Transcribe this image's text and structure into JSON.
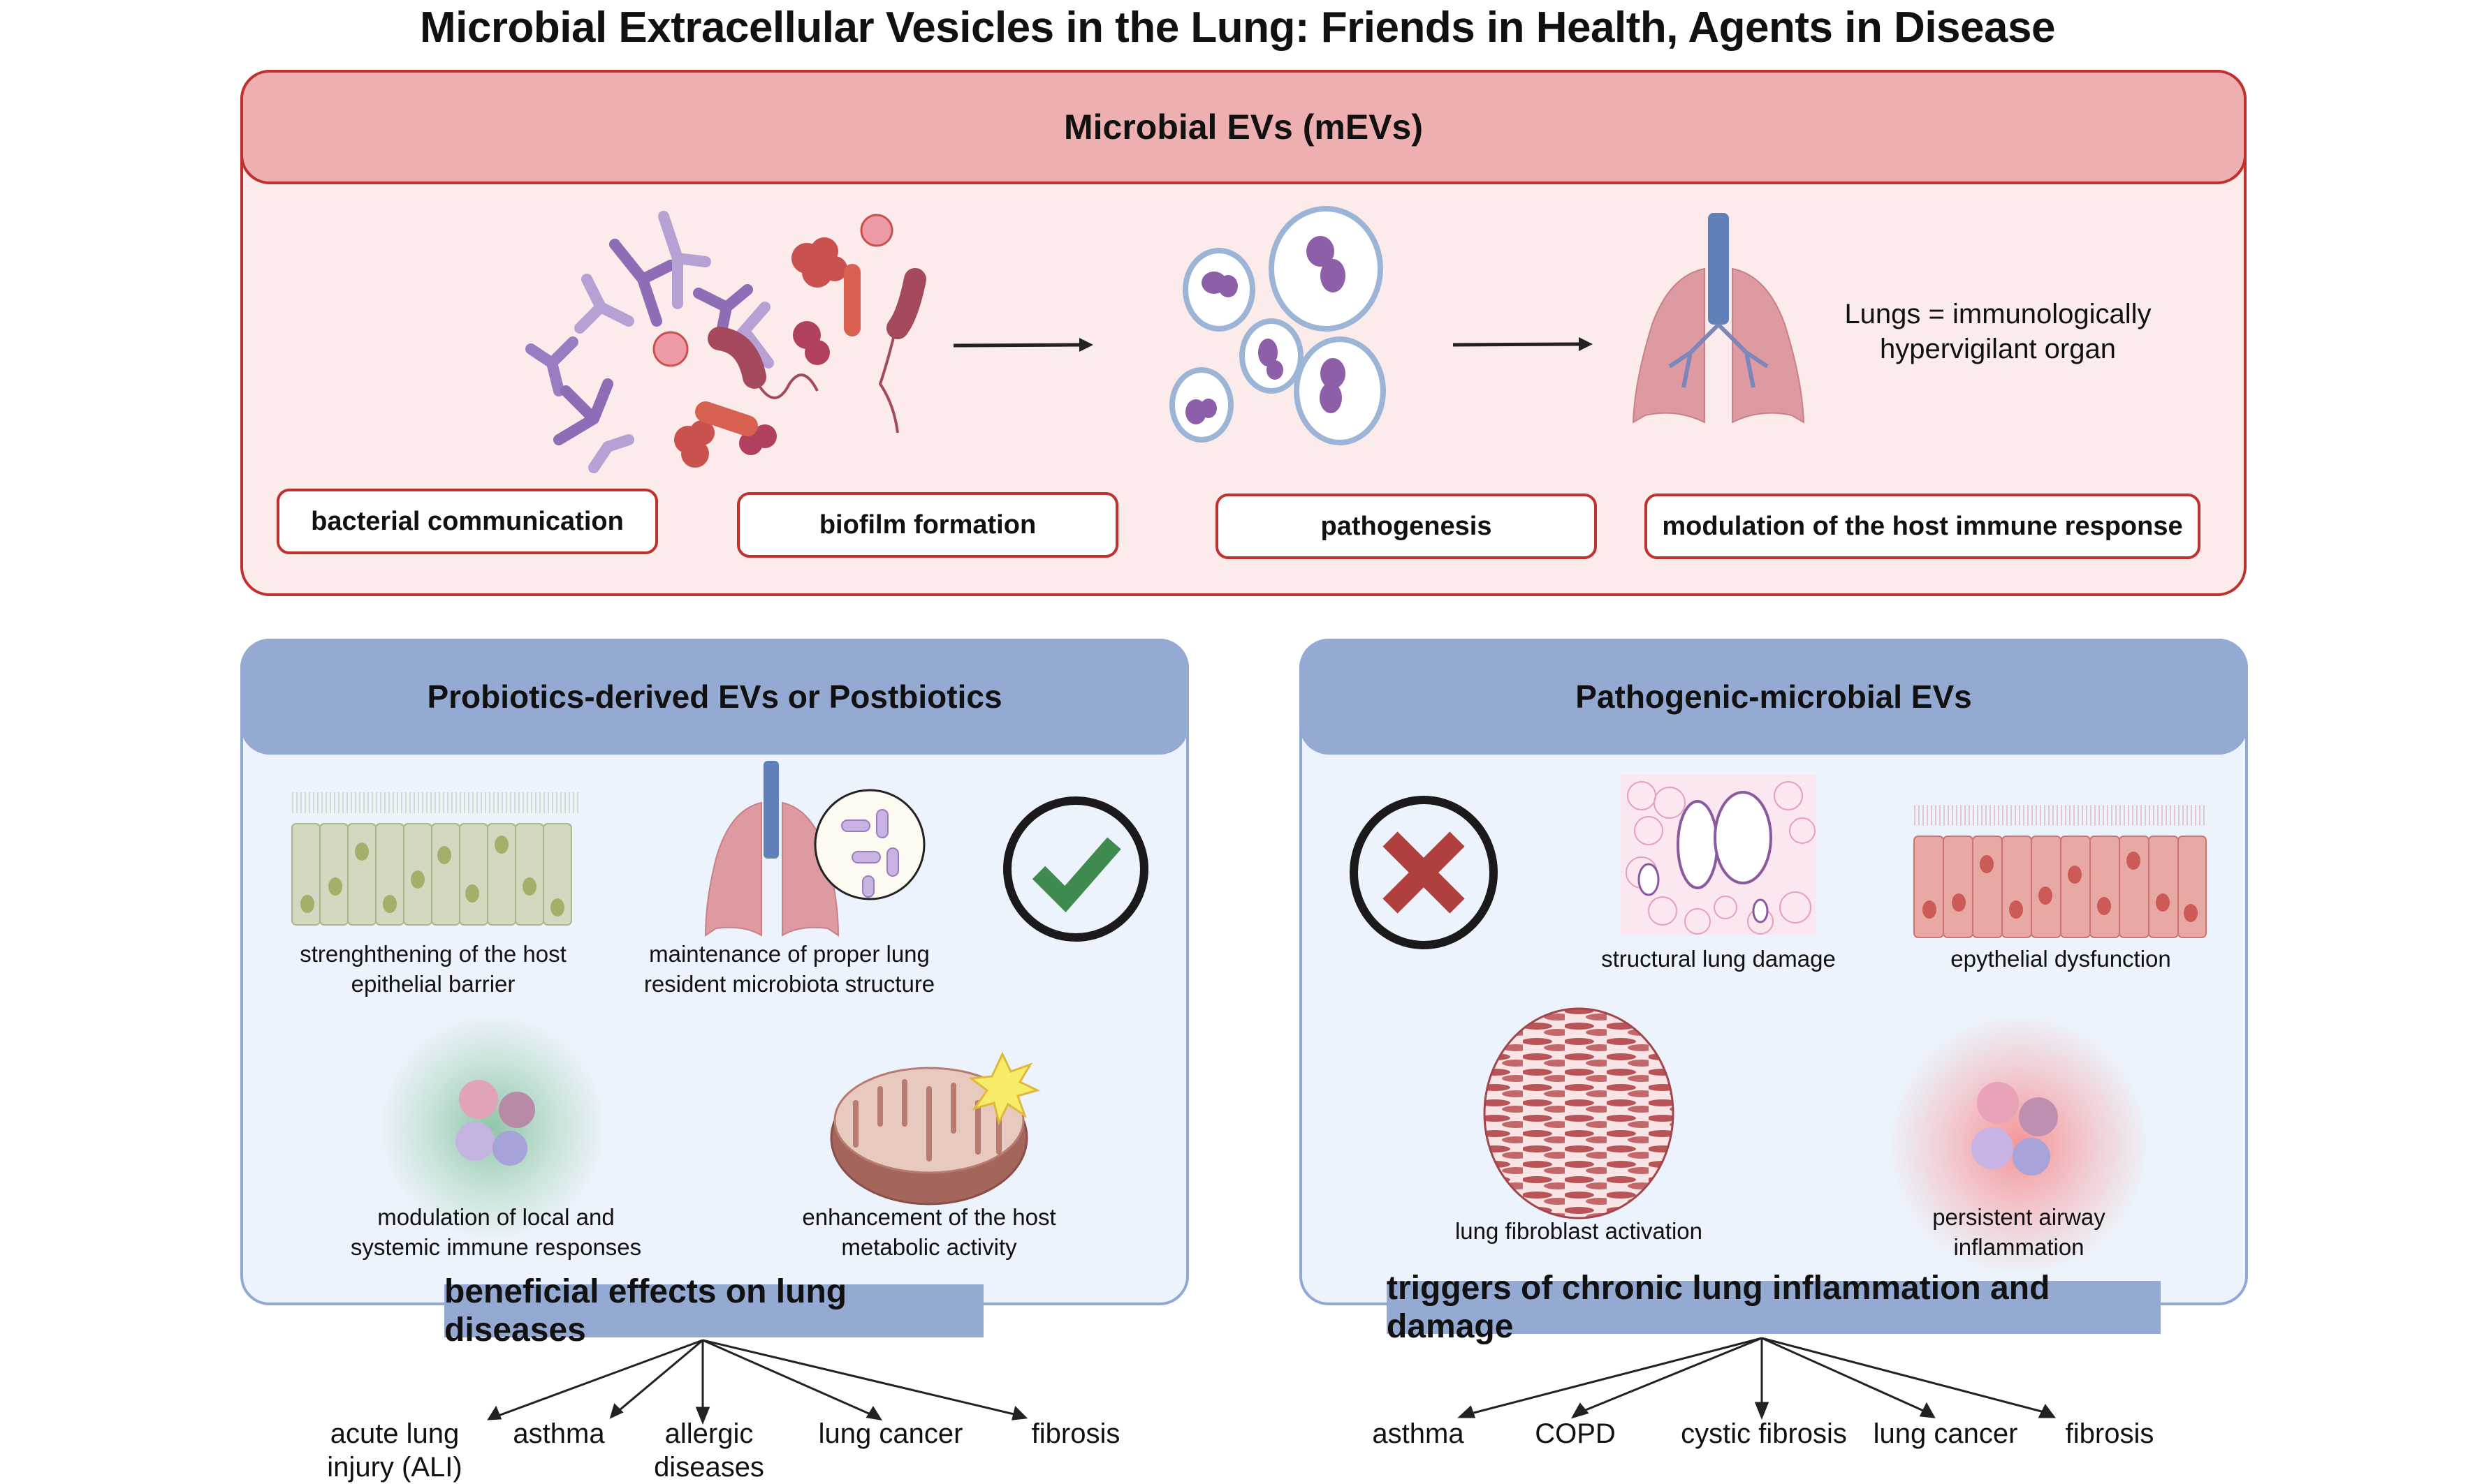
{
  "title": "Microbial Extracellular Vesicles in the Lung: Friends in Health, Agents in Disease",
  "top_panel": {
    "header": "Microbial EVs (mEVs)",
    "lungs_note_line1": "Lungs = immunologically",
    "lungs_note_line2": "hypervigilant organ",
    "functions": [
      "bacterial communication",
      "biofilm formation",
      "pathogenesis",
      "modulation of the host immune response"
    ],
    "colors": {
      "border": "#c0302c",
      "header_fill": "#edafaf",
      "body_fill": "#fcebeb"
    }
  },
  "left_panel": {
    "header": "Probiotics-derived EVs or Postbiotics",
    "status_icon": "check-icon",
    "effects": [
      {
        "line1": "strenghthening of the host",
        "line2": "epithelial barrier"
      },
      {
        "line1": "maintenance of proper lung",
        "line2": "resident microbiota structure"
      },
      {
        "line1": "modulation of local and",
        "line2": "systemic immune responses"
      },
      {
        "line1": "enhancement of the host",
        "line2": "metabolic activity"
      }
    ],
    "banner": "beneficial effects on lung diseases",
    "diseases": [
      {
        "line1": "acute lung",
        "line2": "injury (ALI)"
      },
      {
        "line1": "asthma",
        "line2": ""
      },
      {
        "line1": "allergic",
        "line2": "diseases"
      },
      {
        "line1": "lung cancer",
        "line2": ""
      },
      {
        "line1": "fibrosis",
        "line2": ""
      }
    ]
  },
  "right_panel": {
    "header": "Pathogenic-microbial EVs",
    "status_icon": "cross-icon",
    "effects": [
      {
        "line1": "structural lung damage",
        "line2": ""
      },
      {
        "line1": "epythelial dysfunction",
        "line2": ""
      },
      {
        "line1": "lung fibroblast activation",
        "line2": ""
      },
      {
        "line1": "persistent airway",
        "line2": "inflammation"
      }
    ],
    "banner": "triggers of chronic lung inflammation and damage",
    "diseases": [
      {
        "line1": "asthma",
        "line2": ""
      },
      {
        "line1": "COPD",
        "line2": ""
      },
      {
        "line1": "cystic fibrosis",
        "line2": ""
      },
      {
        "line1": "lung cancer",
        "line2": ""
      },
      {
        "line1": "fibrosis",
        "line2": ""
      }
    ]
  },
  "colors": {
    "panel_blue_header": "#95aad3",
    "panel_blue_body": "#ecf3fc",
    "check_green": "#3f8a4f",
    "cross_red": "#b0403e"
  }
}
